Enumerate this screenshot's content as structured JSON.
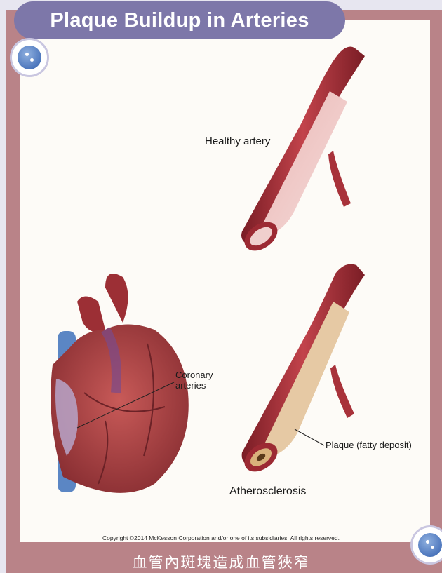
{
  "title": "Plaque Buildup in Arteries",
  "icons": {
    "badge": "button-icon"
  },
  "labels": {
    "healthy": "Healthy artery",
    "coronary": "Coronary\narteries",
    "plaque": "Plaque (fatty deposit)",
    "atherosclerosis": "Atherosclerosis"
  },
  "copyright": "Copyright ©2014 McKesson Corporation and/or one of its subsidiaries. All rights reserved.",
  "caption_cn": "血管內斑塊造成血管狹窄",
  "colors": {
    "background": "#e7e6f0",
    "frame": "#b98388",
    "title_pill": "#7d77a9",
    "artery": "#a8323a",
    "plaque": "#e6c9a4"
  }
}
